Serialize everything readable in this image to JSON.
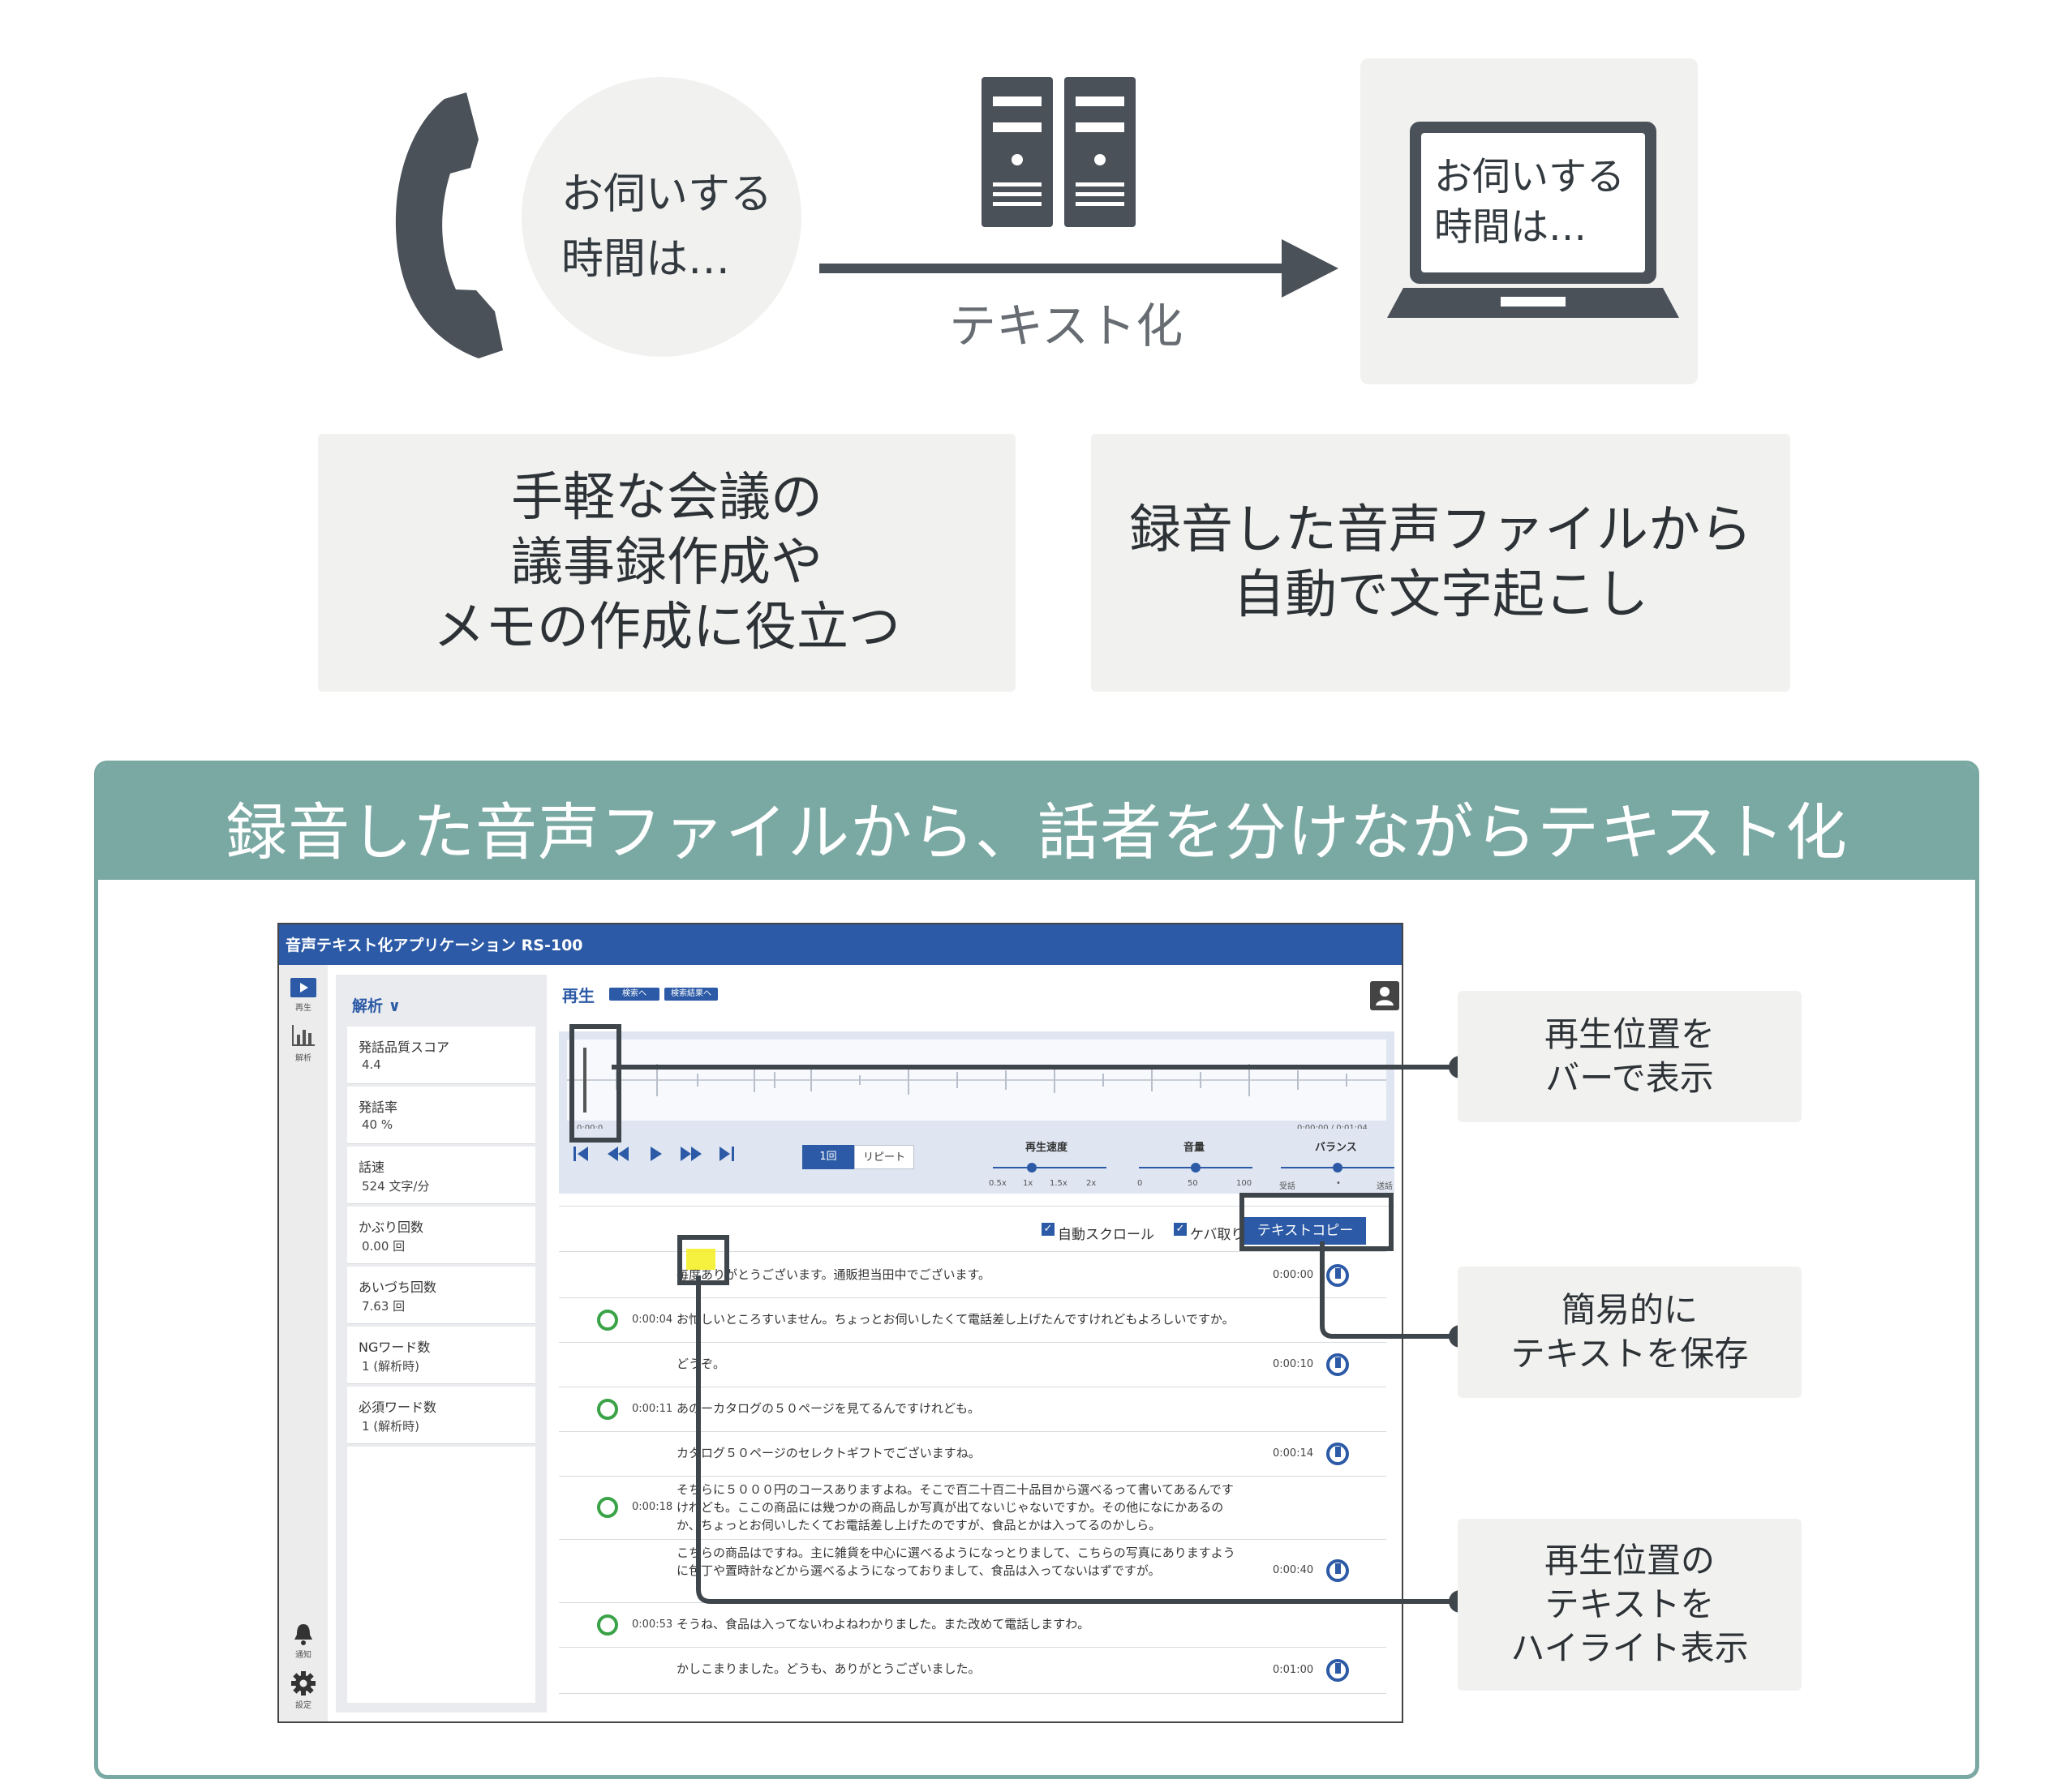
{
  "top": {
    "bubble_line1": "お伺いする",
    "bubble_line2": "時間は…",
    "arrow_label": "テキスト化",
    "laptop_line1": "お伺いする",
    "laptop_line2": "時間は…"
  },
  "features": [
    {
      "line1": "手軽な会議の",
      "line2": "議事録作成や",
      "line3": "メモの作成に役立つ"
    },
    {
      "line1": "録音した音声ファイルから",
      "line2": "自動で文字起こし"
    }
  ],
  "panel": {
    "title": "録音した音声ファイルから、話者を分けながらテキスト化"
  },
  "app": {
    "title": "音声テキスト化アプリケーション RS-100",
    "rail": {
      "play": "再生",
      "analysis": "解析",
      "notify": "通知",
      "settings": "設定"
    },
    "side": {
      "header": "解析 ∨",
      "metrics": [
        {
          "label": "発話品質スコア",
          "value": "4.4"
        },
        {
          "label": "発話率",
          "value": "40 %"
        },
        {
          "label": "話速",
          "value": "524 文字/分"
        },
        {
          "label": "かぶり回数",
          "value": "0.00 回"
        },
        {
          "label": "あいづち回数",
          "value": "7.63 回"
        },
        {
          "label": "NGワード数",
          "value": "1 (解析時)"
        },
        {
          "label": "必須ワード数",
          "value": "1 (解析時)"
        }
      ]
    },
    "player": {
      "title": "再生",
      "btn_search": "検索へ",
      "btn_results": "検索結果へ",
      "time_start": "0:00:0",
      "time_total": "0:00:00 / 0:01:04",
      "seg_once": "1回",
      "seg_repeat": "リピート",
      "speed_label": "再生速度",
      "speed_ticks": [
        "0.5x",
        "1x",
        "1.5x",
        "2x"
      ],
      "volume_label": "音量",
      "volume_ticks": [
        "0",
        "50",
        "100"
      ],
      "balance_label": "バランス",
      "balance_ticks": [
        "受話",
        "•",
        "送話"
      ]
    },
    "transcript": {
      "auto_scroll": "自動スクロール",
      "filler": "ケバ取り",
      "copy_button": "テキストコピー",
      "rows": [
        {
          "side": "right",
          "time": "0:00:00",
          "text": "毎度ありがとうございます。通販担当田中でございます。"
        },
        {
          "side": "left",
          "time": "0:00:04",
          "text": "お忙しいところすいません。ちょっとお伺いしたくて電話差し上げたんですけれどもよろしいですか。"
        },
        {
          "side": "right",
          "time": "0:00:10",
          "text": "どうぞ。"
        },
        {
          "side": "left",
          "time": "0:00:11",
          "text": "あのーカタログの５０ページを見てるんですけれども。"
        },
        {
          "side": "right",
          "time": "0:00:14",
          "text": "カタログ５０ページのセレクトギフトでございますね。"
        },
        {
          "side": "left",
          "time": "0:00:18",
          "text": "そちらに５０００円のコースありますよね。そこで百二十百二十品目から選べるって書いてあるんですけれども。ここの商品には幾つかの商品しか写真が出てないじゃないですか。その他になにかあるのか、ちょっとお伺いしたくてお電話差し上げたのですが、食品とかは入ってるのかしら。"
        },
        {
          "side": "right",
          "time": "0:00:40",
          "text": "こちらの商品はですね。主に雑貨を中心に選べるようになっとりまして、こちらの写真にありますように包丁や置時計などから選べるようになっておりまして、食品は入ってないはずですが。"
        },
        {
          "side": "left",
          "time": "0:00:53",
          "text": "そうね、食品は入ってないわよねわかりました。また改めて電話しますわ。"
        },
        {
          "side": "right",
          "time": "0:01:00",
          "text": "かしこまりました。どうも、ありがとうございました。"
        }
      ]
    }
  },
  "callouts": [
    {
      "line1": "再生位置を",
      "line2": "バーで表示"
    },
    {
      "line1": "簡易的に",
      "line2": "テキストを保存"
    },
    {
      "line1": "再生位置の",
      "line2": "テキストを",
      "line3": "ハイライト表示"
    }
  ],
  "colors": {
    "dark_icon": "#4a5159",
    "teal": "#7aa8a3",
    "app_blue": "#2c5aa6",
    "highlight": "#f5ef1c"
  }
}
